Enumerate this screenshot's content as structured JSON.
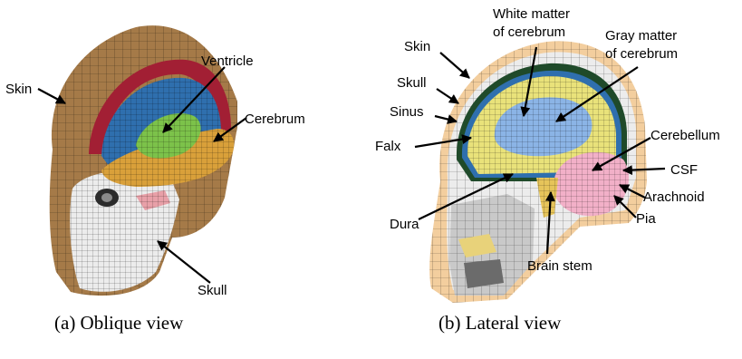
{
  "panels": [
    {
      "caption": "(a) Oblique view",
      "labels": {
        "skin": "Skin",
        "ventricle": "Ventricle",
        "cerebrum": "Cerebrum",
        "skull": "Skull"
      }
    },
    {
      "caption": "(b) Lateral view",
      "labels": {
        "skin": "Skin",
        "skull": "Skull",
        "sinus": "Sinus",
        "falx": "Falx",
        "dura": "Dura",
        "white_matter_1": "White matter",
        "white_matter_2": "of cerebrum",
        "gray_matter_1": "Gray matter",
        "gray_matter_2": "of cerebrum",
        "cerebellum": "Cerebellum",
        "csf": "CSF",
        "arachnoid": "Arachnoid",
        "pia": "Pia",
        "brain_stem": "Brain stem"
      }
    }
  ],
  "colors": {
    "skin": "#a57a48",
    "skull": "#ececec",
    "csf": "#2f6fae",
    "ventricle": "#7cc24a",
    "cerebrum": "#d9a03a",
    "sinus": "#a21f34",
    "gray_matter": "#e9e27a",
    "white_matter": "#8bb4e6",
    "cerebellum": "#f2b0c8",
    "skin_light": "#f3ce9e"
  }
}
